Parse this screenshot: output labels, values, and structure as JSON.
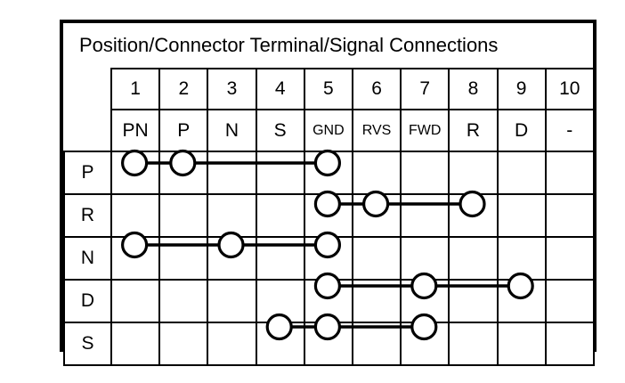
{
  "title": "Position/Connector Terminal/Signal Connections",
  "table": {
    "label_column_header": "",
    "terminal_numbers": [
      "1",
      "2",
      "3",
      "4",
      "5",
      "6",
      "7",
      "8",
      "9",
      "10"
    ],
    "signal_names": [
      "PN",
      "P",
      "N",
      "S",
      "GND",
      "RVS",
      "FWD",
      "R",
      "D",
      "-"
    ],
    "small_signals": [
      "GND",
      "RVS",
      "FWD"
    ],
    "position_rows": [
      {
        "label": "P",
        "nodes": [
          1,
          2,
          5
        ]
      },
      {
        "label": "R",
        "nodes": [
          5,
          6,
          8
        ]
      },
      {
        "label": "N",
        "nodes": [
          1,
          3,
          5
        ]
      },
      {
        "label": "D",
        "nodes": [
          5,
          7,
          9
        ]
      },
      {
        "label": "S",
        "nodes": [
          4,
          5,
          7
        ]
      }
    ]
  },
  "geometry": {
    "label_col_width": 53,
    "terminal_col_width": 54.2,
    "header_row_height": 42,
    "data_row_height": 46,
    "circle_radius": 13.5
  },
  "colors": {
    "frame": "#000000",
    "grid": "#000000",
    "background": "#ffffff",
    "node_fill": "#ffffff"
  }
}
